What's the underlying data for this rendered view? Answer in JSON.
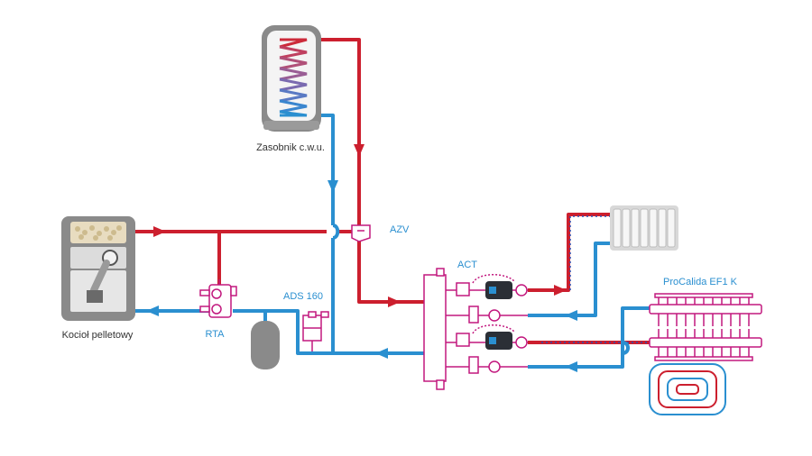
{
  "labels": {
    "tank": "Zasobnik c.w.u.",
    "azv": "AZV",
    "boiler": "Kocioł pelletowy",
    "rta": "RTA",
    "ads": "ADS 160",
    "act": "ACT",
    "manifold": "ProCalida EF1 K"
  },
  "colors": {
    "supply": "#cc1f2e",
    "return": "#2a8fd0",
    "device": "#c2187e",
    "housing": "#8a8a8a",
    "text_dark": "#333333",
    "text_blue": "#2a8fd0"
  },
  "icons": [
    "water-tank-icon",
    "pellet-boiler-icon",
    "radiator-icon",
    "expansion-vessel-icon",
    "pump-icon",
    "valve-icon",
    "manifold-icon",
    "floor-heating-loop-icon"
  ]
}
